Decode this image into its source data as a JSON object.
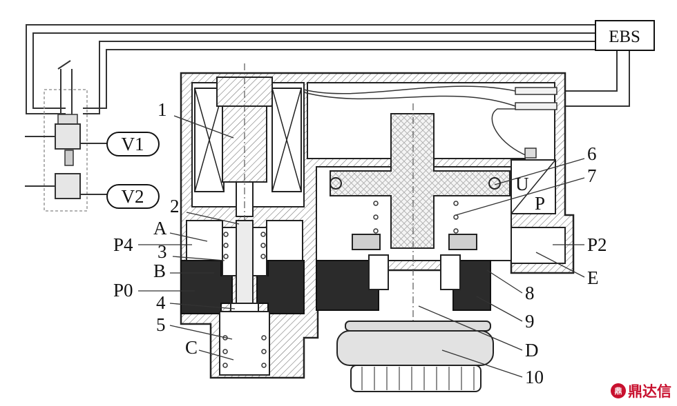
{
  "labels": {
    "ebs": "EBS",
    "v1": "V1",
    "v2": "V2",
    "n1": "1",
    "n2": "2",
    "n3": "3",
    "n4": "4",
    "n5": "5",
    "n6": "6",
    "n7": "7",
    "n8": "8",
    "n9": "9",
    "n10": "10",
    "a": "A",
    "b": "B",
    "c": "C",
    "d": "D",
    "e": "E",
    "u": "U",
    "p": "P",
    "p0": "P0",
    "p2": "P2",
    "p4": "P4"
  },
  "watermark": {
    "text": "鼎达信",
    "mark": "鼎"
  }
}
